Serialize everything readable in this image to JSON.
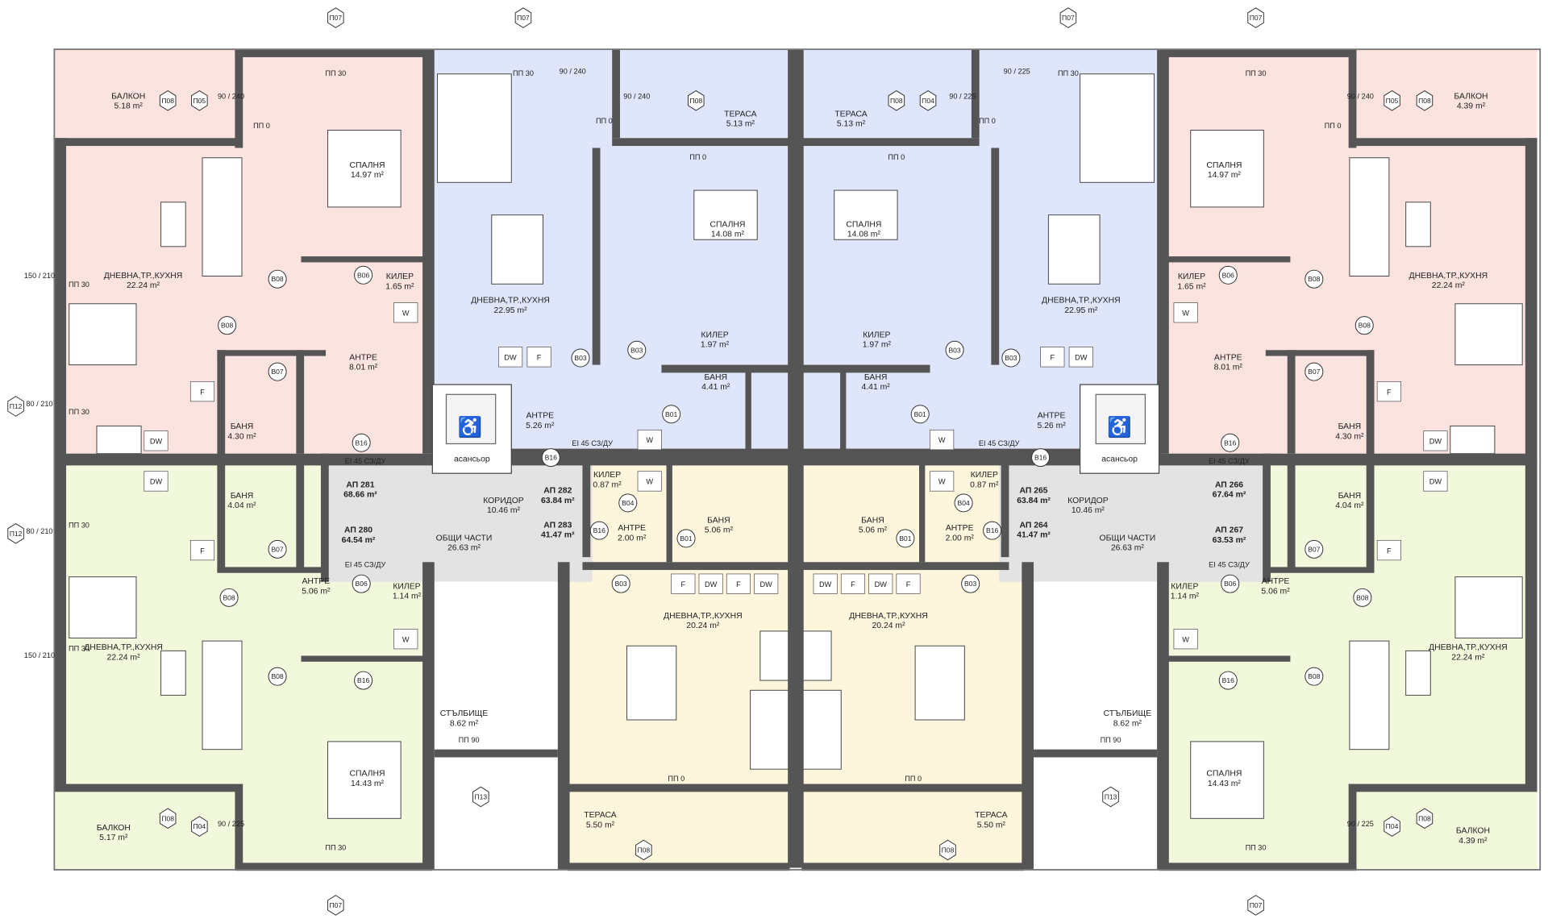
{
  "colors": {
    "apt_pink": "#fbe3df",
    "apt_blue": "#dfe6fb",
    "apt_green": "#f1f8dc",
    "apt_yellow": "#fdf5dc",
    "common": "#e3e3e3",
    "wall": "#555555"
  },
  "rooms": [
    {
      "name": "БАЛКОН",
      "area": "5.18 m²"
    },
    {
      "name": "СПАЛНЯ",
      "area": "14.97 m²"
    },
    {
      "name": "ДНЕВНА,ТР.,КУХНЯ",
      "area": "22.24 m²"
    },
    {
      "name": "КИЛЕР",
      "area": "1.65 m²"
    },
    {
      "name": "АНТРЕ",
      "area": "8.01 m²"
    },
    {
      "name": "БАНЯ",
      "area": "4.30 m²"
    },
    {
      "name": "ТЕРАСА",
      "area": "5.13 m²"
    },
    {
      "name": "ДНЕВНА,ТР.,КУХНЯ",
      "area": "22.95 m²"
    },
    {
      "name": "СПАЛНЯ",
      "area": "14.08 m²"
    },
    {
      "name": "КИЛЕР",
      "area": "1.97 m²"
    },
    {
      "name": "БАНЯ",
      "area": "4.41 m²"
    },
    {
      "name": "АНТРЕ",
      "area": "5.26 m²"
    },
    {
      "name": "КОРИДОР",
      "area": "10.46 m²"
    },
    {
      "name": "ОБЩИ ЧАСТИ",
      "area": "26.63 m²"
    },
    {
      "name": "КИЛЕР",
      "area": "0.87 m²"
    },
    {
      "name": "АНТРЕ",
      "area": "2.00 m²"
    },
    {
      "name": "БАНЯ",
      "area": "5.06 m²"
    },
    {
      "name": "БАНЯ",
      "area": "4.04 m²"
    },
    {
      "name": "АНТРЕ",
      "area": "5.06 m²"
    },
    {
      "name": "КИЛЕР",
      "area": "1.14 m²"
    },
    {
      "name": "ДНЕВНА,ТР.,КУХНЯ",
      "area": "22.24 m²"
    },
    {
      "name": "СТЪЛБИЩЕ",
      "area": "8.62 m²"
    },
    {
      "name": "ДНЕВНА,ТР.,КУХНЯ",
      "area": "20.24 m²"
    },
    {
      "name": "СПАЛНЯ",
      "area": "14.43 m²"
    },
    {
      "name": "БАЛКОН",
      "area": "5.17 m²"
    },
    {
      "name": "ТЕРАСА",
      "area": "5.50 m²"
    },
    {
      "name": "ТЕРАСА",
      "area": "5.13 m²"
    },
    {
      "name": "СПАЛНЯ",
      "area": "14.08 m²"
    },
    {
      "name": "КИЛЕР",
      "area": "1.97 m²"
    },
    {
      "name": "БАНЯ",
      "area": "4.41 m²"
    },
    {
      "name": "ДНЕВНА,ТР.,КУХНЯ",
      "area": "22.95 m²"
    },
    {
      "name": "АНТРЕ",
      "area": "5.26 m²"
    },
    {
      "name": "КОРИДОР",
      "area": "10.46 m²"
    },
    {
      "name": "ОБЩИ ЧАСТИ",
      "area": "26.63 m²"
    },
    {
      "name": "КИЛЕР",
      "area": "0.87 m²"
    },
    {
      "name": "АНТРЕ",
      "area": "2.00 m²"
    },
    {
      "name": "БАНЯ",
      "area": "5.06 m²"
    },
    {
      "name": "СТЪЛБИЩЕ",
      "area": "8.62 m²"
    },
    {
      "name": "ДНЕВНА,ТР.,КУХНЯ",
      "area": "20.24 m²"
    },
    {
      "name": "ТЕРАСА",
      "area": "5.50 m²"
    },
    {
      "name": "БАЛКОН",
      "area": "4.39 m²"
    },
    {
      "name": "СПАЛНЯ",
      "area": "14.97 m²"
    },
    {
      "name": "ДНЕВНА,ТР.,КУХНЯ",
      "area": "22.24 m²"
    },
    {
      "name": "КИЛЕР",
      "area": "1.65 m²"
    },
    {
      "name": "АНТРЕ",
      "area": "8.01 m²"
    },
    {
      "name": "БАНЯ",
      "area": "4.30 m²"
    },
    {
      "name": "БАНЯ",
      "area": "4.04 m²"
    },
    {
      "name": "АНТРЕ",
      "area": "5.06 m²"
    },
    {
      "name": "КИЛЕР",
      "area": "1.14 m²"
    },
    {
      "name": "ДНЕВНА,ТР.,КУХНЯ",
      "area": "22.24 m²"
    },
    {
      "name": "СПАЛНЯ",
      "area": "14.43 m²"
    },
    {
      "name": "БАЛКОН",
      "area": "4.39 m²"
    }
  ],
  "apartments": [
    {
      "name": "АП 281",
      "area": "68.66 m²"
    },
    {
      "name": "АП 282",
      "area": "63.84 m²"
    },
    {
      "name": "АП 280",
      "area": "64.54 m²"
    },
    {
      "name": "АП 283",
      "area": "41.47 m²"
    },
    {
      "name": "АП 265",
      "area": "63.84 m²"
    },
    {
      "name": "АП 264",
      "area": "41.47 m²"
    },
    {
      "name": "АП 266",
      "area": "67.64 m²"
    },
    {
      "name": "АП 267",
      "area": "63.53 m²"
    }
  ],
  "elevator_label": "асансьор",
  "tags": [
    "П07",
    "П07",
    "П07",
    "П07",
    "П07",
    "П07",
    "П08",
    "П08",
    "П08",
    "П08",
    "П08",
    "П08",
    "П08",
    "П08",
    "П05",
    "П05",
    "П04",
    "П04",
    "П04",
    "П12",
    "П12",
    "П13",
    "П13",
    "B08",
    "B08",
    "B07",
    "B16",
    "B06",
    "B03",
    "B03",
    "B01",
    "B16",
    "B04",
    "B16",
    "B01",
    "B03",
    "B07",
    "B08",
    "B08",
    "B06",
    "B16",
    "B08",
    "B08",
    "B07",
    "B16",
    "B06",
    "B03",
    "B03",
    "B01",
    "B16",
    "B04",
    "B16",
    "B01",
    "B03",
    "B07",
    "B08",
    "B08",
    "B06",
    "B16"
  ],
  "dims": [
    "ПП 30",
    "ПП 30",
    "ПП 30",
    "ПП 30",
    "ПП 0",
    "ПП 0",
    "ПП 0",
    "ПП 0",
    "ПП 0",
    "ПП 0",
    "ПП 30",
    "ПП 30",
    "ПП 30",
    "ПП 30",
    "ПП 90",
    "ПП 90",
    "ПП 0",
    "ПП 0",
    "ПП 30",
    "ПП 30",
    "EI 45 СЗ/ДУ",
    "EI 45 СЗ/ДУ",
    "EI 45 СЗ/ДУ",
    "EI 45 СЗ/ДУ",
    "EI 45 СЗ/ДУ",
    "EI 45 СЗ/ДУ",
    "150 / 210",
    "80 / 210",
    "80 / 210",
    "150 / 210",
    "90 / 240",
    "90 / 225",
    "90 / 240",
    "90 / 225",
    "90 / 240",
    "90 / 225",
    "90 / 240",
    "90 / 225"
  ],
  "appliances": [
    "DW",
    "F",
    "W",
    "DW",
    "F",
    "W",
    "DW",
    "F",
    "W",
    "F",
    "DW",
    "F",
    "DW",
    "W",
    "DW",
    "F",
    "W",
    "DW",
    "F",
    "W",
    "DW",
    "F",
    "W",
    "F",
    "DW",
    "F",
    "DW",
    "W"
  ]
}
